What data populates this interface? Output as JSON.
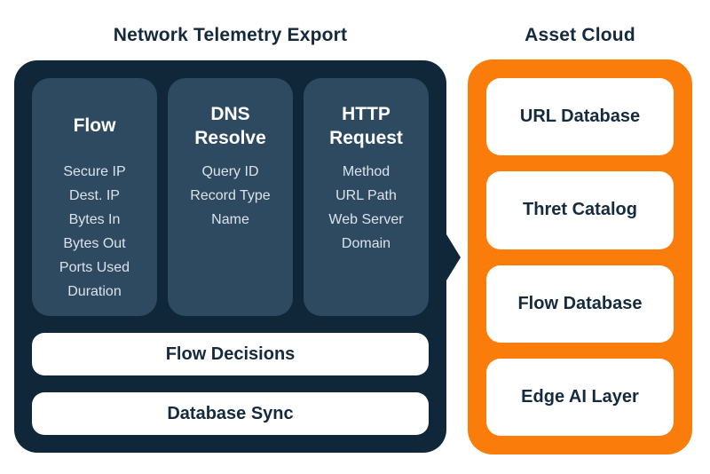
{
  "colors": {
    "panel_navy": "#102639",
    "column_navy": "#2D4A61",
    "orange": "#FA7D0B",
    "title_navy": "#152A3D",
    "item_text": "#DCE3EA",
    "white": "#FFFFFF"
  },
  "telemetry_panel": {
    "title": "Network Telemetry Export",
    "columns": [
      {
        "heading": "Flow",
        "items": [
          "Secure IP",
          "Dest. IP",
          "Bytes In",
          "Bytes Out",
          "Ports Used",
          "Duration"
        ]
      },
      {
        "heading": "DNS Resolve",
        "items": [
          "Query ID",
          "Record Type",
          "Name"
        ]
      },
      {
        "heading": "HTTP Request",
        "items": [
          "Method",
          "URL Path",
          "Web Server Domain"
        ]
      }
    ],
    "bars": [
      "Flow Decisions",
      "Database Sync"
    ]
  },
  "asset_panel": {
    "title": "Asset Cloud",
    "boxes": [
      "URL Database",
      "Thret Catalog",
      "Flow Database",
      "Edge AI Layer"
    ]
  }
}
